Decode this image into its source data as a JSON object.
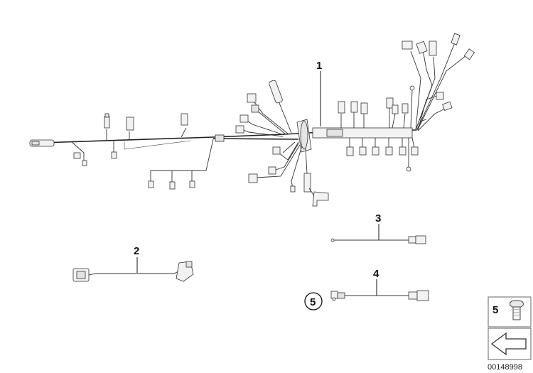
{
  "callouts": {
    "c1": "1",
    "c2": "2",
    "c3": "3",
    "c4": "4",
    "c5": "5"
  },
  "legend": {
    "item_number": "5",
    "item_icon": "bolt-icon",
    "nav_icon": "left-arrow-icon"
  },
  "image_id": "00148998"
}
